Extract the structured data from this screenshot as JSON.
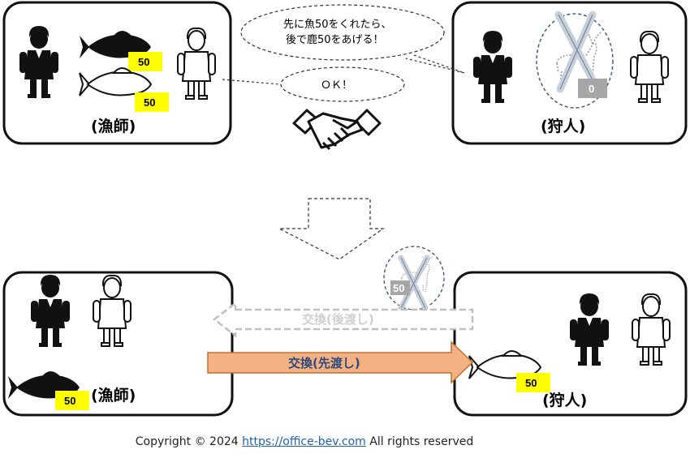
{
  "top": {
    "fisher_label": "(漁師)",
    "hunter_label": "(狩人)",
    "fish_black_amount": "50",
    "fish_white_amount": "50",
    "deer_amount": "0",
    "proposal_line1": "先に魚50をくれたら、",
    "proposal_line2": "後で鹿50をあげる！",
    "reply": "ＯＫ！"
  },
  "bottom": {
    "fisher_label": "(漁師)",
    "hunter_label": "(狩人)",
    "fisher_fish_amount": "50",
    "hunter_fish_amount": "50",
    "deer_amount": "50",
    "later_exchange_label": "交換(後渡し)",
    "first_exchange_label": "交換(先渡し)"
  },
  "footer": {
    "copyright": "Copyright © 2024",
    "link_text": "https://office-bev.com",
    "rights": "All rights reserved"
  },
  "colors": {
    "badge_yellow": "#ffff00",
    "badge_gray": "#a6a6a6",
    "arrow_orange": "#f4b183",
    "arrow_orange_border": "#c0712f",
    "later_arrow_gray": "#bfbfbf",
    "link_blue": "#1f5fbf"
  }
}
